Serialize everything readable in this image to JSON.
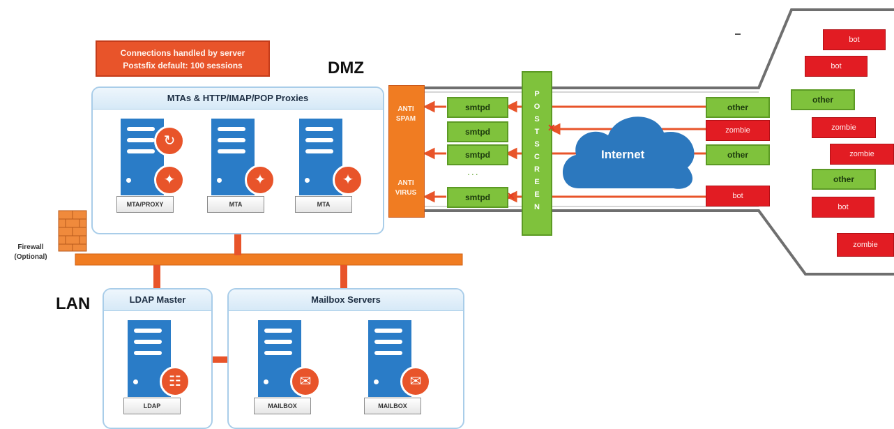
{
  "note": {
    "line1": "Connections handled by server",
    "line2": "Postsfix default: 100 sessions"
  },
  "zones": {
    "dmz": "DMZ",
    "lan": "LAN"
  },
  "firewall": {
    "line1": "Firewall",
    "line2": "(Optional)"
  },
  "proxies": {
    "title": "MTAs & HTTP/IMAP/POP Proxies",
    "servers": [
      "MTA/PROXY",
      "MTA",
      "MTA"
    ]
  },
  "ldap": {
    "title": "LDAP Master",
    "server": "LDAP"
  },
  "mailbox": {
    "title": "Mailbox Servers",
    "servers": [
      "MAILBOX",
      "MAILBOX"
    ]
  },
  "filters": {
    "antispam": "ANTI SPAM",
    "antivirus": "ANTI VIRUS"
  },
  "smtpd": {
    "label": "smtpd",
    "ellipsis": "..."
  },
  "postscreen": "POSTSCREEN",
  "internet": "Internet",
  "incoming": [
    "other",
    "zombie",
    "other",
    "bot"
  ],
  "cluster": [
    "bot",
    "bot",
    "other",
    "zombie",
    "zombie",
    "other",
    "bot",
    "zombie"
  ],
  "colors": {
    "accent_orange": "#e8542a",
    "bus_orange": "#f07c22",
    "server_blue": "#2a7cc7",
    "cloud_blue": "#2c78be",
    "green": "#7fc23c",
    "red": "#e21c23",
    "panel_border": "#a9cde9"
  },
  "icons": [
    "sync-icon",
    "router-icon",
    "hierarchy-icon",
    "envelope-icon",
    "brick-wall-icon",
    "cloud-icon",
    "block-x-icon"
  ]
}
